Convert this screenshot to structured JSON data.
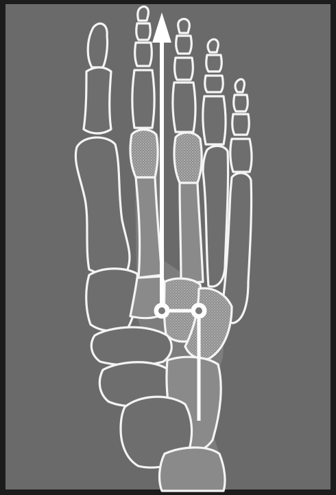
{
  "figure": {
    "subject": "foot-skeleton-dorsal-view",
    "colors": {
      "background": "#6a6a6a",
      "frame": "#1c1c1c",
      "outline": "#f4f4f4",
      "highlight": "#a9a9a9"
    },
    "icons": [
      "up-arrow",
      "pivot-point"
    ]
  }
}
